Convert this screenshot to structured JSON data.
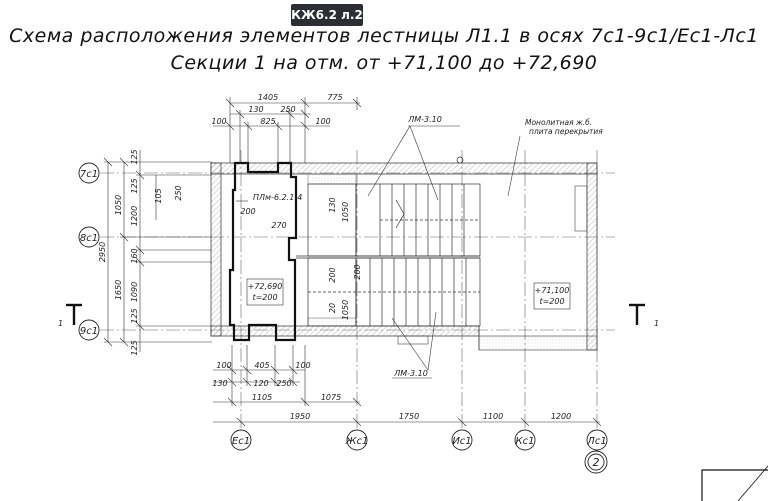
{
  "badge": "КЖ6.2 л.2",
  "title_line1": "Схема расположения элементов лестницы Л1.1 в осях 7с1-9с1/Ес1-Лс1",
  "title_line2": "Секции 1 на отм. от +71,100 до +72,690",
  "axes_left": [
    "7с1",
    "8с1",
    "9с1"
  ],
  "axes_bottom": [
    "Ес1",
    "Жс1",
    "Ис1",
    "Кс1",
    "Лс1"
  ],
  "dims_top": {
    "row1": [
      "1405",
      "775"
    ],
    "row2": [
      "130",
      "250"
    ],
    "row3": [
      "100",
      "825",
      "100"
    ]
  },
  "dims_left": {
    "outer": [
      "2950"
    ],
    "row1": [
      "1050",
      "1650"
    ],
    "row2": [
      "125",
      "125",
      "1200",
      "160",
      "1090",
      "125",
      "125"
    ],
    "row3": [
      "105",
      "250",
      "200"
    ]
  },
  "dims_bottom": {
    "row1": [
      "100",
      "405",
      "100"
    ],
    "row2": [
      "130",
      "120",
      "250"
    ],
    "row3": [
      "1105",
      "1075"
    ],
    "row4": [
      "1950",
      "1750",
      "1100",
      "1200"
    ]
  },
  "inner_dims": [
    "270",
    "130",
    "1050",
    "200",
    "20",
    "1050",
    "200"
  ],
  "labels": {
    "lm_top": "ЛМ-3.10",
    "lm_bottom": "ЛМ-3.10",
    "plm": "ПЛм-6.2.1-4",
    "slab_line1": "Монолитная ж.б.",
    "slab_line2": "плита перекрытия",
    "mark1_level": "+72,690",
    "mark1_thk": "t=200",
    "mark2_level": "+71,100",
    "mark2_thk": "t=200",
    "section_left": "1",
    "section_right": "1",
    "sheet_ref": "2"
  }
}
